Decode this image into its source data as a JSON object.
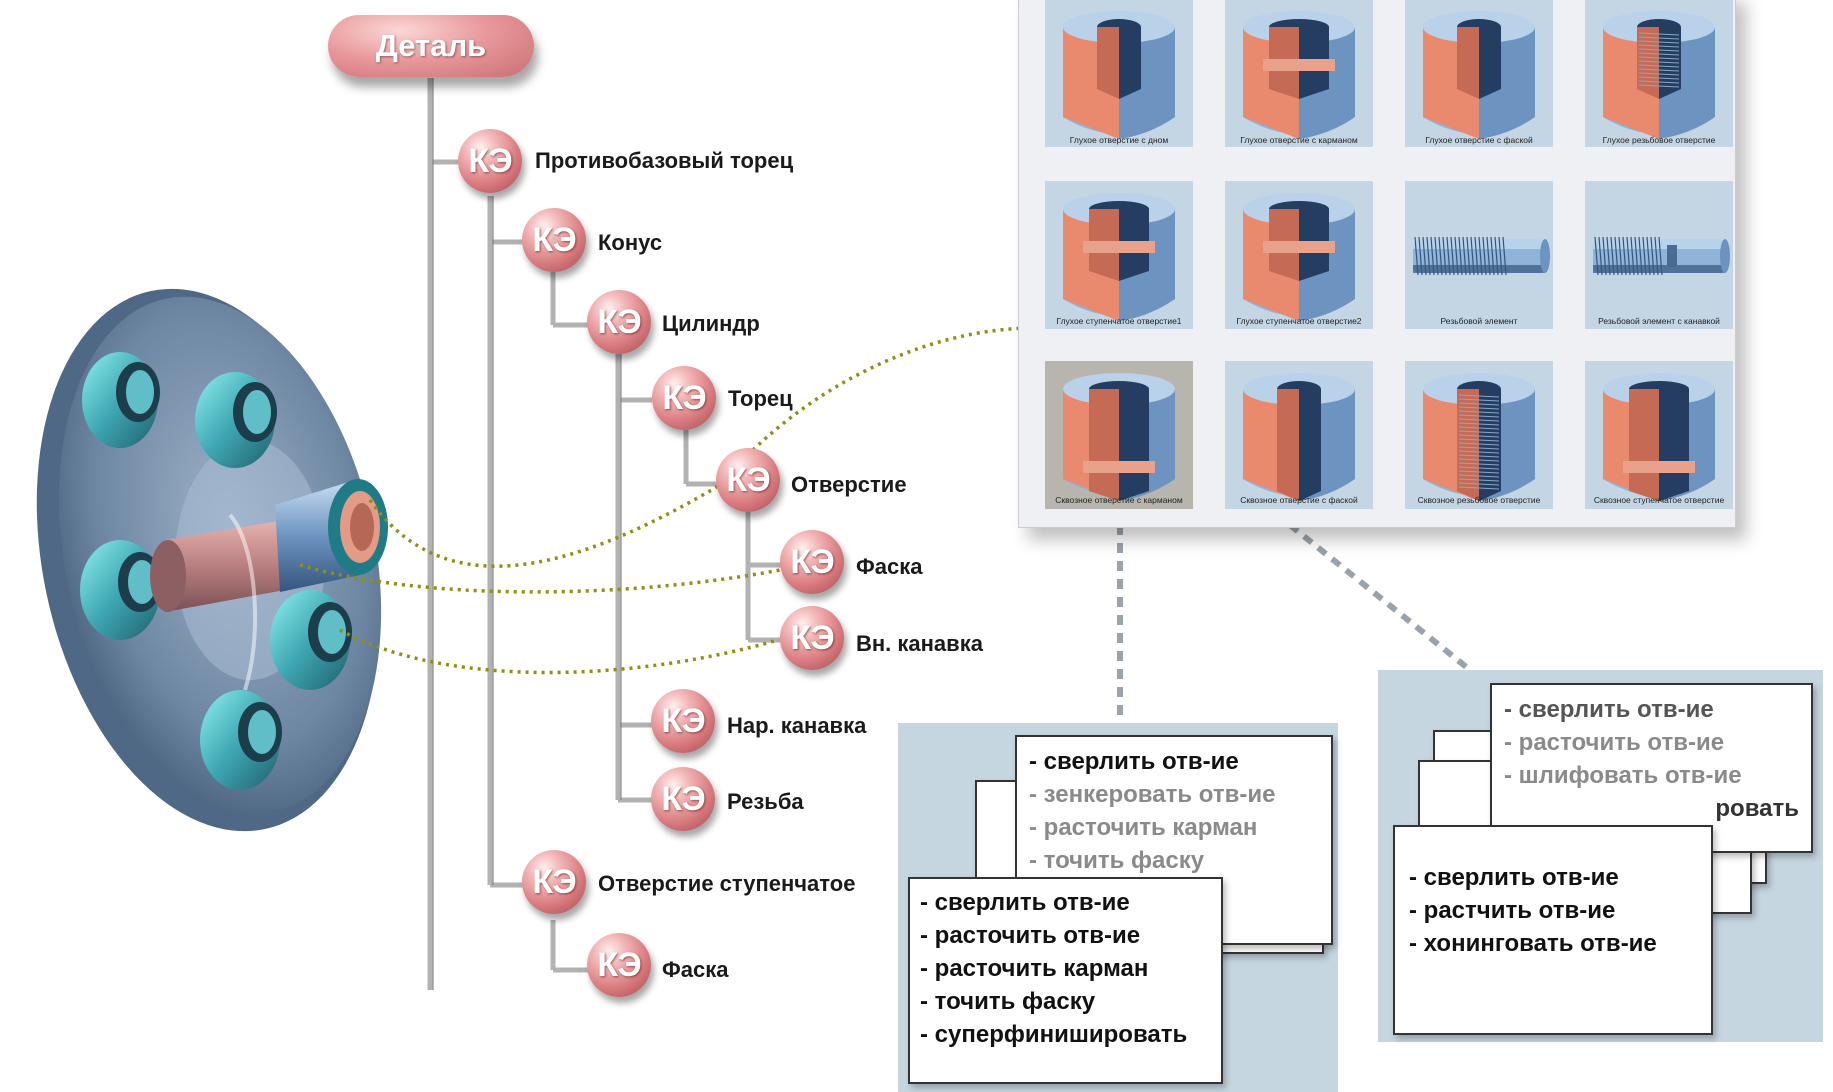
{
  "root": {
    "label": "Деталь"
  },
  "ke_abbr": "КЭ",
  "tree_nodes": [
    {
      "id": "protivobazovyi",
      "label": "Противобазовый торец"
    },
    {
      "id": "konus",
      "label": "Конус"
    },
    {
      "id": "cilindr",
      "label": "Цилиндр"
    },
    {
      "id": "torec",
      "label": "Торец"
    },
    {
      "id": "otverstie",
      "label": "Отверстие"
    },
    {
      "id": "faska1",
      "label": "Фаска"
    },
    {
      "id": "vn_kanavka",
      "label": "Вн. канавка"
    },
    {
      "id": "nar_kanavka",
      "label": "Нар. канавка"
    },
    {
      "id": "rezba",
      "label": "Резьба"
    },
    {
      "id": "otv_stup",
      "label": "Отверстие ступенчатое"
    },
    {
      "id": "faska2",
      "label": "Фаска"
    }
  ],
  "gallery": {
    "tiles": [
      {
        "caption": "Глухое отверстие с дном",
        "kind": "blind-bottom"
      },
      {
        "caption": "Глухое отверстие с карманом",
        "kind": "blind-pocket"
      },
      {
        "caption": "Глухое отверстие с фаской",
        "kind": "blind-chamfer"
      },
      {
        "caption": "Глухое резьбовое отверстие",
        "kind": "blind-thread"
      },
      {
        "caption": "Глухое ступенчатое отверстие1",
        "kind": "blind-step1"
      },
      {
        "caption": "Глухое ступенчатое отверстие2",
        "kind": "blind-step2"
      },
      {
        "caption": "Резьбовой элемент",
        "kind": "thread-element"
      },
      {
        "caption": "Резьбовой элемент с канавкой",
        "kind": "thread-element-groove"
      },
      {
        "caption": "Сквозное отверстие с карманом",
        "kind": "through-pocket",
        "selected": true
      },
      {
        "caption": "Сквозное отверстие с фаской",
        "kind": "through-chamfer"
      },
      {
        "caption": "Сквозное резьбовое отверстие",
        "kind": "through-thread"
      },
      {
        "caption": "Сквозное ступенчатое отверстие",
        "kind": "through-step"
      }
    ]
  },
  "op_stack_left": {
    "back_card": [
      "- сверлить отв-ие",
      "- зенкеровать отв-ие",
      "- расточить карман",
      "- точить фаску"
    ],
    "front_card": [
      "- сверлить отв-ие",
      "- расточить отв-ие",
      "- расточить карман",
      "- точить фаску",
      "- суперфинишировать"
    ]
  },
  "op_stack_right": {
    "back_card": [
      "- сверлить отв-ие",
      "- расточить отв-ие",
      "- шлифовать отв-ие"
    ],
    "back_card_partial": "ровать",
    "front_card": [
      "- сверлить отв-ие",
      "- растчить отв-ие",
      "- хонинговать отв-ие"
    ]
  },
  "colors": {
    "node": "#d7787c",
    "tree_line": "#b4b4b4",
    "link": "#8a8a00",
    "part": "#5f7893",
    "cut_face": "#e98a6f",
    "steel": "#8fb4d8"
  }
}
